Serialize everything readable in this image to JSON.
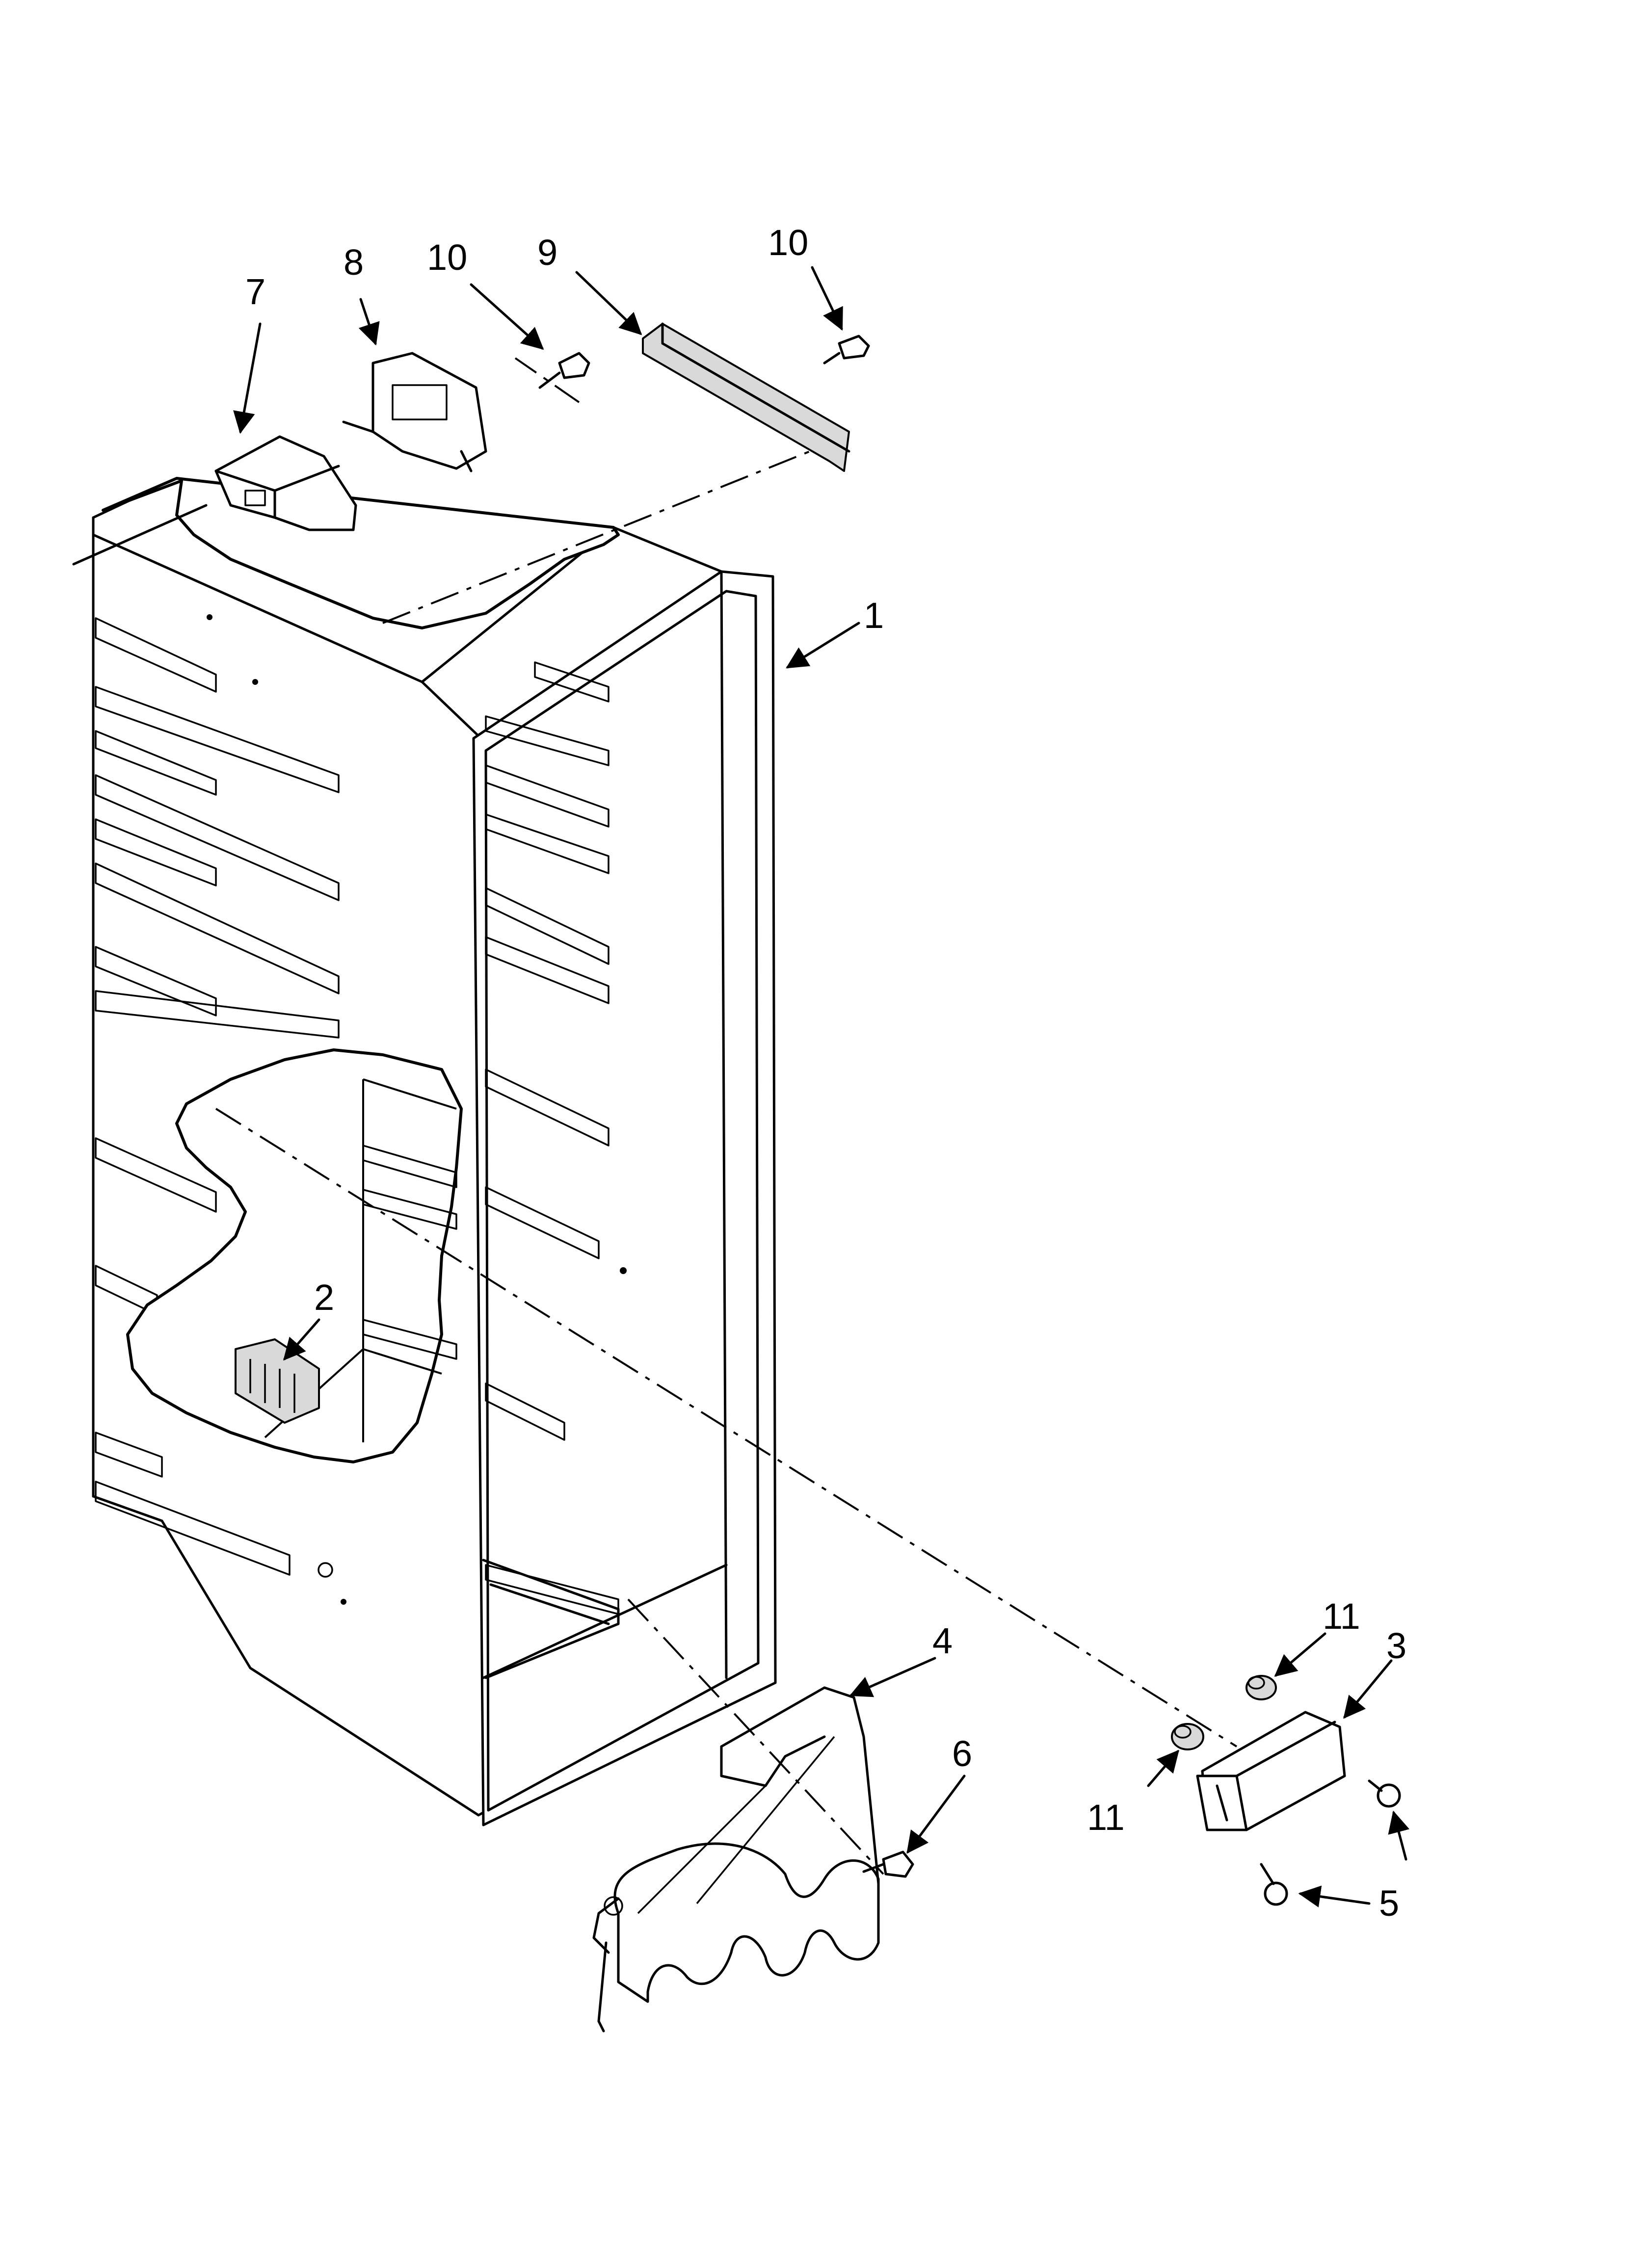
{
  "callouts": [
    {
      "id": "c1",
      "text": "1"
    },
    {
      "id": "c2",
      "text": "2"
    },
    {
      "id": "c3",
      "text": "3"
    },
    {
      "id": "c4",
      "text": "4"
    },
    {
      "id": "c5",
      "text": "5"
    },
    {
      "id": "c6",
      "text": "6"
    },
    {
      "id": "c7",
      "text": "7"
    },
    {
      "id": "c8",
      "text": "8"
    },
    {
      "id": "c9",
      "text": "9"
    },
    {
      "id": "c10a",
      "text": "10"
    },
    {
      "id": "c10b",
      "text": "10"
    },
    {
      "id": "c11a",
      "text": "11"
    },
    {
      "id": "c11b",
      "text": "11"
    }
  ],
  "colors": {
    "line": "#000000",
    "part_fill": "#d9d9d9",
    "background": "#ffffff"
  }
}
